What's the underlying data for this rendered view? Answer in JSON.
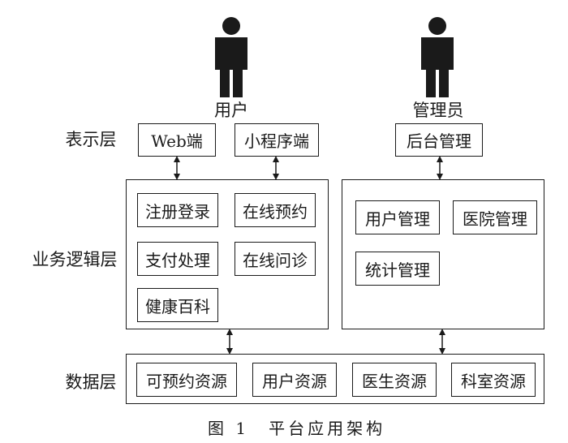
{
  "actors": {
    "user": "用户",
    "admin": "管理员"
  },
  "layers": {
    "presentation": "表示层",
    "business": "业务逻辑层",
    "data": "数据层"
  },
  "presentation": {
    "web": "Web端",
    "miniprogram": "小程序端",
    "backend": "后台管理"
  },
  "business": {
    "left": [
      "注册登录",
      "在线预约",
      "支付处理",
      "在线问诊",
      "健康百科"
    ],
    "right": [
      "用户管理",
      "医院管理",
      "统计管理"
    ]
  },
  "data": {
    "resources": [
      "可预约资源",
      "用户资源",
      "医生资源",
      "科室资源"
    ]
  },
  "caption": "图 1　平台应用架构"
}
